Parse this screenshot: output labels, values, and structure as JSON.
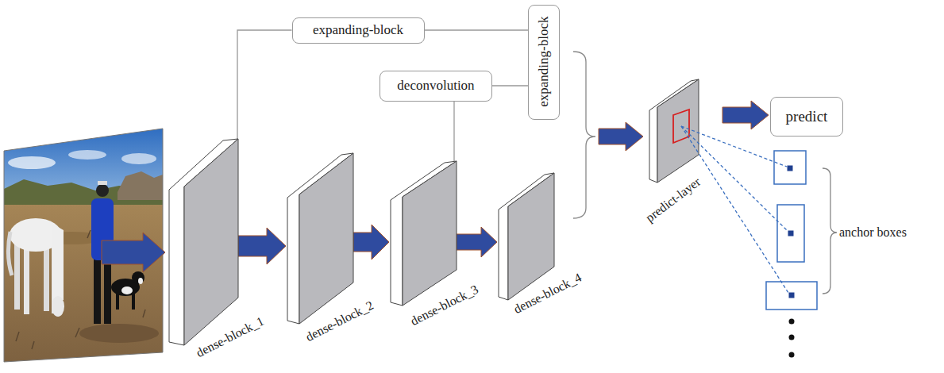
{
  "diagram": {
    "nodes": [
      {
        "text": [
          "expanding-block"
        ]
      },
      {
        "text": [
          "expanding-block"
        ]
      },
      {
        "text": [
          "deconvolution"
        ]
      },
      {
        "text": [
          "dense-block_1"
        ]
      },
      {
        "text": [
          "dense-block_2"
        ]
      },
      {
        "text": [
          "dense-block_3"
        ]
      },
      {
        "text": [
          "dense-block_4"
        ]
      },
      {
        "text": [
          "predict-layer"
        ]
      },
      {
        "text": [
          "predict"
        ]
      }
    ],
    "edges": [
      {
        "from": 3,
        "to": 4,
        "arrow": "to"
      },
      {
        "from": 4,
        "to": 5,
        "arrow": "to"
      },
      {
        "from": 5,
        "to": 6,
        "arrow": "to"
      },
      {
        "from": 7,
        "to": 8,
        "arrow": "to"
      },
      {
        "from": 3,
        "to": 0,
        "arrow": "none"
      },
      {
        "from": 0,
        "to": 1,
        "arrow": "none"
      },
      {
        "from": 5,
        "to": 2,
        "arrow": "none"
      },
      {
        "from": 2,
        "to": 1,
        "arrow": "none"
      }
    ],
    "labels": [
      "anchor boxes"
    ]
  }
}
